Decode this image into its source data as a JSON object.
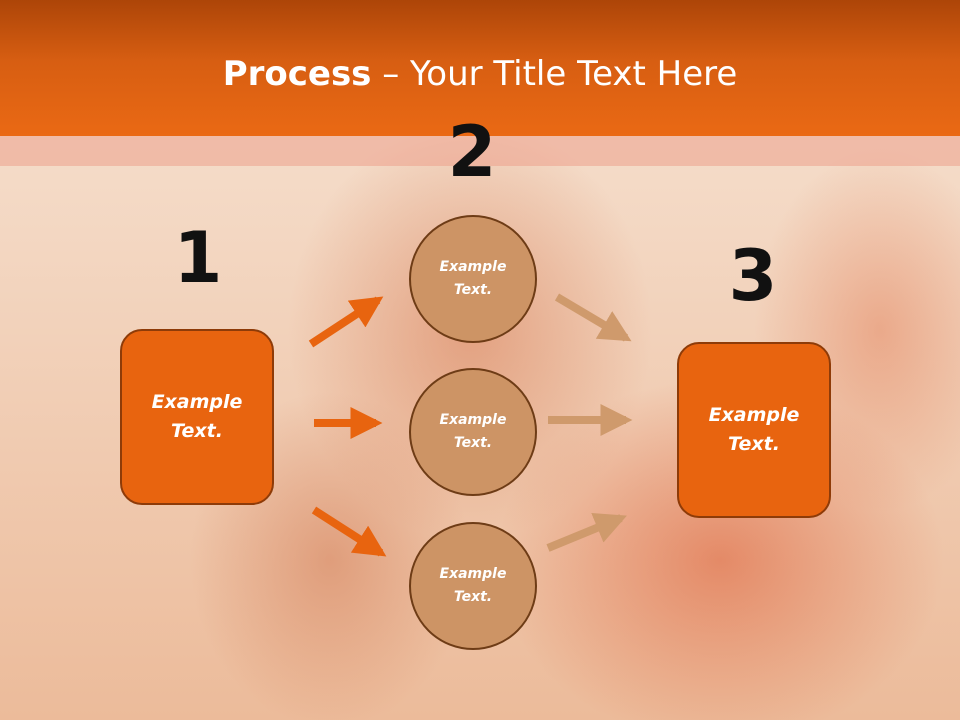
{
  "slide": {
    "title_bold": "Process",
    "title_rest": " – Your Title Text Here"
  },
  "diagram": {
    "steps": [
      {
        "number": "1",
        "text": "Example\nText."
      },
      {
        "number": "2",
        "text": "Example\nText."
      },
      {
        "number": "3",
        "text": "Example\nText."
      }
    ],
    "circles": [
      {
        "text": "Example\nText."
      },
      {
        "text": "Example\nText."
      },
      {
        "text": "Example\nText."
      }
    ],
    "colors": {
      "header": "#ea6914",
      "box_fill": "#e8640f",
      "circle_fill": "#cd9465",
      "arrow_orange": "#e8640f",
      "arrow_tan": "#cf9a6c"
    }
  }
}
